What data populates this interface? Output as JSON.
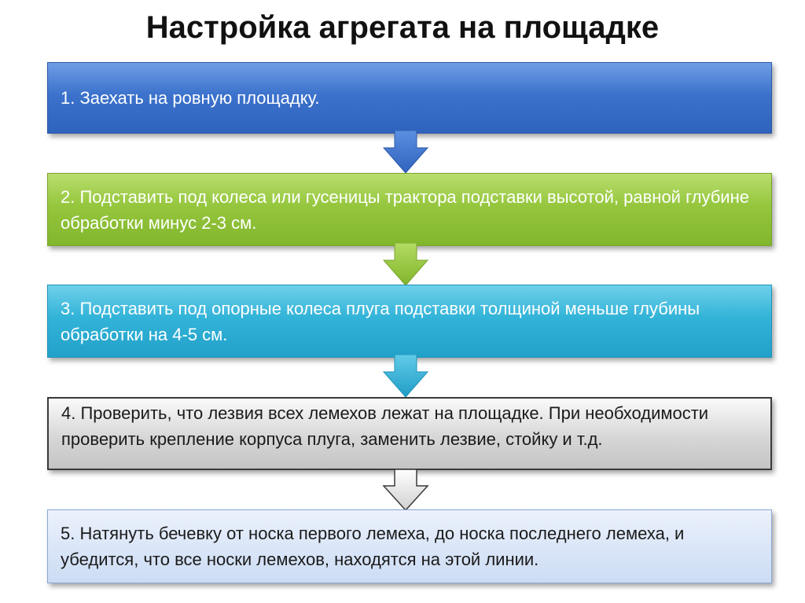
{
  "title": "Настройка агрегата на площадке",
  "steps": [
    {
      "text": "1. Заехать на ровную площадку."
    },
    {
      "text": "2. Подставить под колеса или гусеницы трактора подставки высотой, равной глубине обработки минус 2-3 см."
    },
    {
      "text": "3. Подставить под опорные колеса плуга подставки толщиной меньше глубины обработки на 4-5 см."
    },
    {
      "text": "4. Проверить, что лезвия всех лемехов лежат на площадке. При необходимости проверить крепление корпуса плуга, заменить лезвие, стойку и т.д."
    },
    {
      "text": "5. Натянуть бечевку от носка первого лемеха, до носка последнего лемеха, и убедится, что все носки лемехов, находятся на этой линии."
    }
  ],
  "colors": {
    "step1": "#3c72cc",
    "step2": "#95c63d",
    "step3": "#32b3d8",
    "step4": "#d7d7d7",
    "step5": "#dbe6f8"
  }
}
